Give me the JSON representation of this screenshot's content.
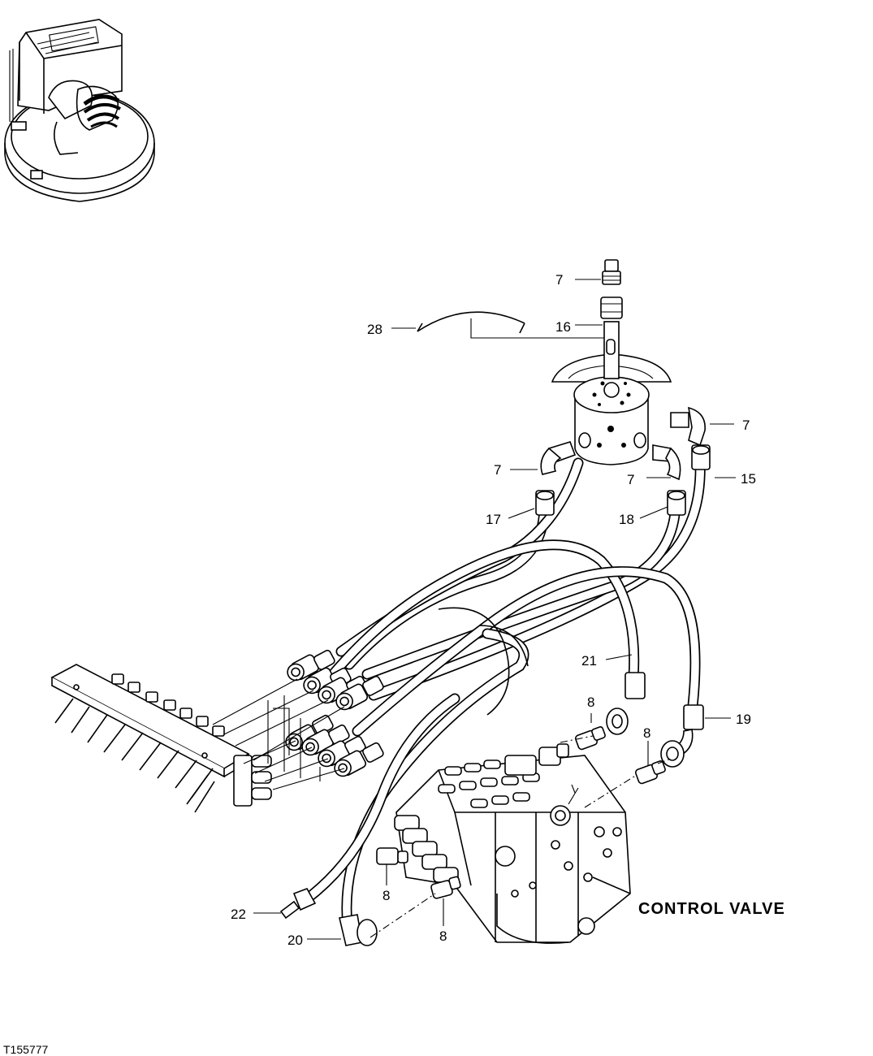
{
  "figure_id": "T155777",
  "control_valve_label": "CONTROL VALVE",
  "callouts": {
    "c7_top": "7",
    "c7_right": "7",
    "c7_left": "7",
    "c7_mid": "7",
    "c8_a": "8",
    "c8_b": "8",
    "c8_c": "8",
    "c8_d": "8",
    "c15": "15",
    "c16": "16",
    "c17": "17",
    "c18": "18",
    "c19": "19",
    "c20": "20",
    "c21": "21",
    "c22": "22",
    "c28": "28"
  },
  "icons": {
    "locator": "excavator-locator-icon",
    "swivel": "swivel-joint-icon",
    "valve": "control-valve-icon"
  }
}
